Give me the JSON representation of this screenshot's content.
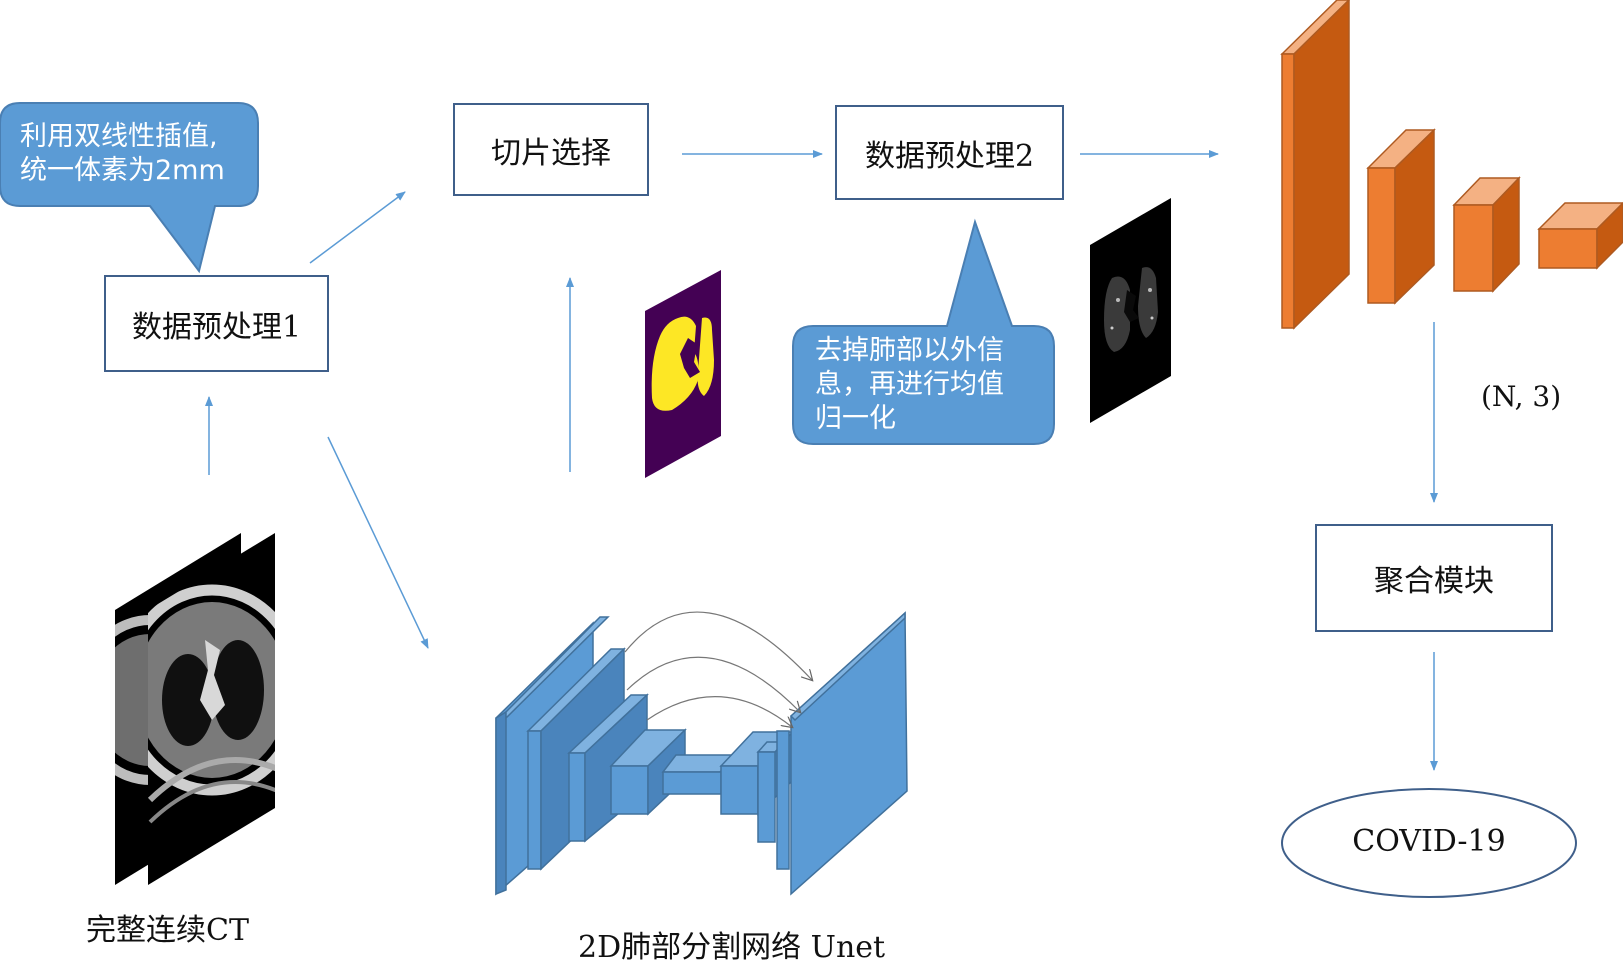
{
  "colors": {
    "box_border": "#3f5f8a",
    "arrow": "#5b9bd5",
    "callout_fill": "#5b9bd5",
    "unet_blue": "#5b9bd5",
    "classifier_orange": "#ed7d31",
    "mask_purple": "#440154",
    "mask_yellow": "#fde725"
  },
  "boxes": {
    "preprocess1": "数据预处理1",
    "slice_select": "切片选择",
    "preprocess2": "数据预处理2",
    "aggregate": "聚合模块"
  },
  "ellipse": {
    "output": "COVID-19"
  },
  "callouts": {
    "interp": {
      "line1": "利用双线性插值,",
      "line2": "统一体素为2mm"
    },
    "normalize": {
      "line1": "去掉肺部以外信",
      "line2": "息，再进行均值",
      "line3": "归一化"
    }
  },
  "labels": {
    "ct": "完整连续CT",
    "unet": "2D肺部分割网络 Unet",
    "shape": "(N, 3)"
  },
  "icons": {
    "ct_stack": "ct-slice-stack",
    "lung_mask": "lung-mask-image",
    "masked_ct": "masked-lung-ct-image",
    "unet_model": "unet-network-icon",
    "classifier": "3d-cnn-blocks-icon"
  }
}
